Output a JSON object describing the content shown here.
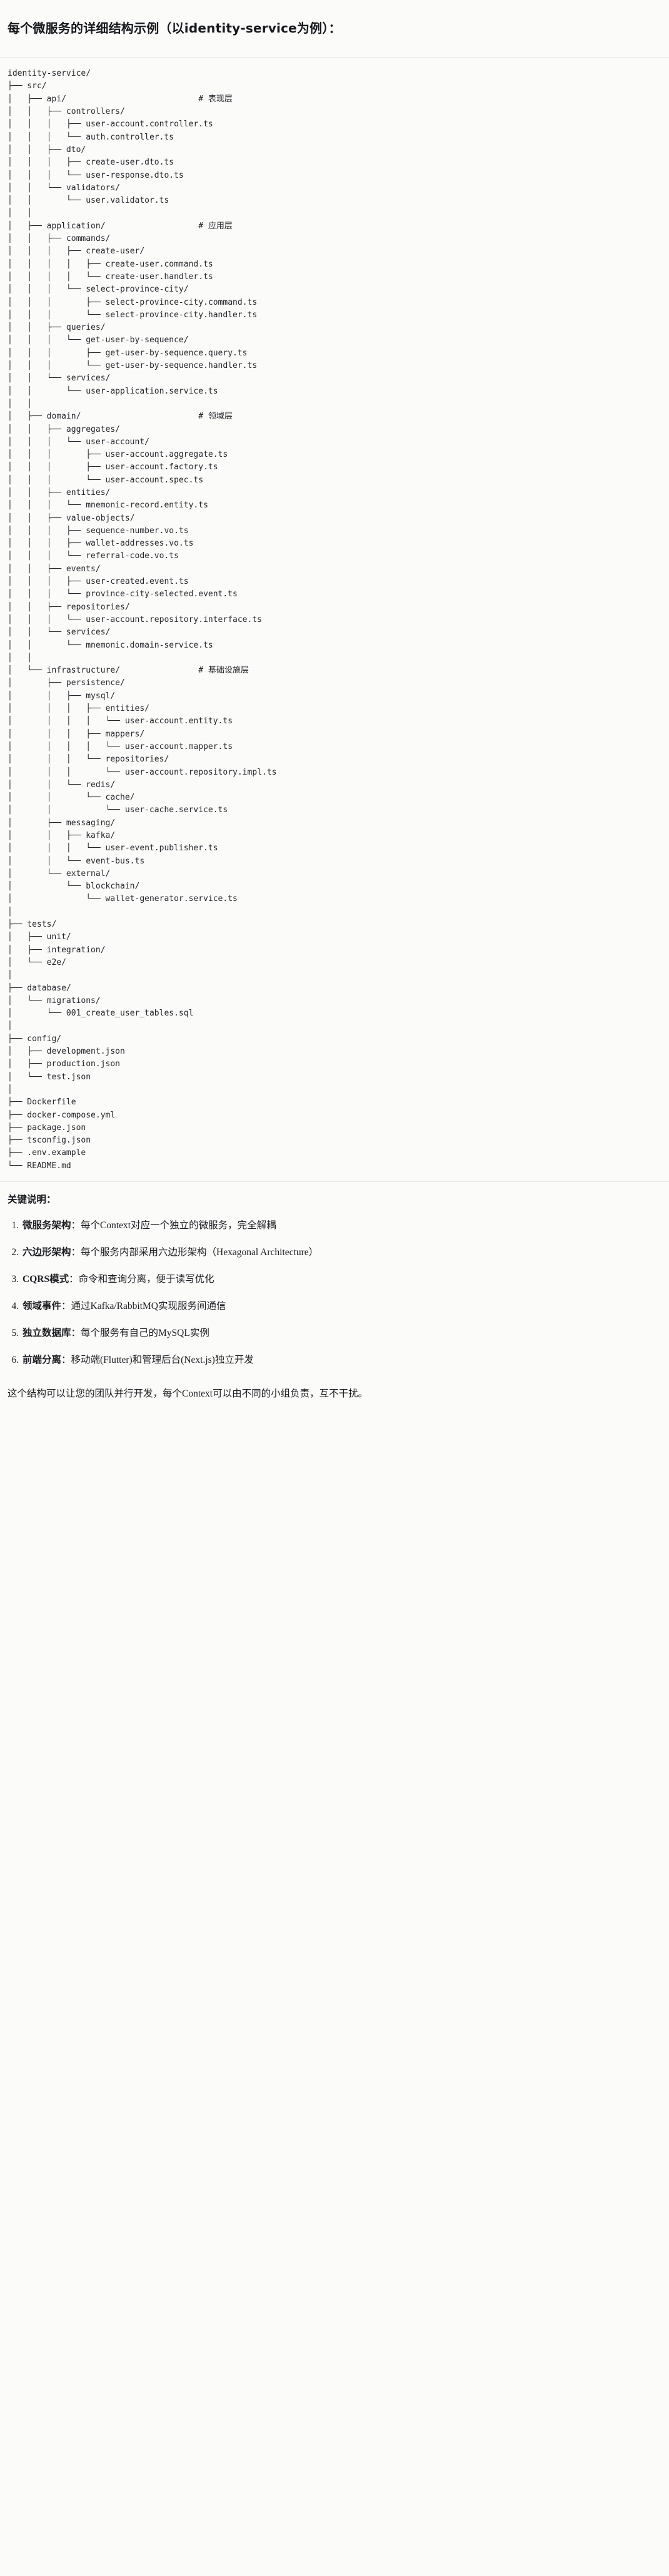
{
  "header": {
    "title": "每个微服务的详细结构示例（以identity-service为例）："
  },
  "tree": {
    "root": "identity-service/",
    "lines": [
      "identity-service/",
      "├── src/",
      "│   ├── api/                           # 表现层",
      "│   │   ├── controllers/",
      "│   │   │   ├── user-account.controller.ts",
      "│   │   │   └── auth.controller.ts",
      "│   │   ├── dto/",
      "│   │   │   ├── create-user.dto.ts",
      "│   │   │   └── user-response.dto.ts",
      "│   │   └── validators/",
      "│   │       └── user.validator.ts",
      "│   │",
      "│   ├── application/                   # 应用层",
      "│   │   ├── commands/",
      "│   │   │   ├── create-user/",
      "│   │   │   │   ├── create-user.command.ts",
      "│   │   │   │   └── create-user.handler.ts",
      "│   │   │   └── select-province-city/",
      "│   │   │       ├── select-province-city.command.ts",
      "│   │   │       └── select-province-city.handler.ts",
      "│   │   ├── queries/",
      "│   │   │   └── get-user-by-sequence/",
      "│   │   │       ├── get-user-by-sequence.query.ts",
      "│   │   │       └── get-user-by-sequence.handler.ts",
      "│   │   └── services/",
      "│   │       └── user-application.service.ts",
      "│   │",
      "│   ├── domain/                        # 领域层",
      "│   │   ├── aggregates/",
      "│   │   │   └── user-account/",
      "│   │   │       ├── user-account.aggregate.ts",
      "│   │   │       ├── user-account.factory.ts",
      "│   │   │       └── user-account.spec.ts",
      "│   │   ├── entities/",
      "│   │   │   └── mnemonic-record.entity.ts",
      "│   │   ├── value-objects/",
      "│   │   │   ├── sequence-number.vo.ts",
      "│   │   │   ├── wallet-addresses.vo.ts",
      "│   │   │   └── referral-code.vo.ts",
      "│   │   ├── events/",
      "│   │   │   ├── user-created.event.ts",
      "│   │   │   └── province-city-selected.event.ts",
      "│   │   ├── repositories/",
      "│   │   │   └── user-account.repository.interface.ts",
      "│   │   └── services/",
      "│   │       └── mnemonic.domain-service.ts",
      "│   │",
      "│   └── infrastructure/                # 基础设施层",
      "│       ├── persistence/",
      "│       │   ├── mysql/",
      "│       │   │   ├── entities/",
      "│       │   │   │   └── user-account.entity.ts",
      "│       │   │   ├── mappers/",
      "│       │   │   │   └── user-account.mapper.ts",
      "│       │   │   └── repositories/",
      "│       │   │       └── user-account.repository.impl.ts",
      "│       │   └── redis/",
      "│       │       └── cache/",
      "│       │           └── user-cache.service.ts",
      "│       ├── messaging/",
      "│       │   ├── kafka/",
      "│       │   │   └── user-event.publisher.ts",
      "│       │   └── event-bus.ts",
      "│       └── external/",
      "│           └── blockchain/",
      "│               └── wallet-generator.service.ts",
      "│",
      "├── tests/",
      "│   ├── unit/",
      "│   ├── integration/",
      "│   └── e2e/",
      "│",
      "├── database/",
      "│   └── migrations/",
      "│       └── 001_create_user_tables.sql",
      "│",
      "├── config/",
      "│   ├── development.json",
      "│   ├── production.json",
      "│   └── test.json",
      "│",
      "├── Dockerfile",
      "├── docker-compose.yml",
      "├── package.json",
      "├── tsconfig.json",
      "├── .env.example",
      "└── README.md"
    ],
    "comments": [
      "# 表现层",
      "# 应用层",
      "# 领域层",
      "# 基础设施层"
    ]
  },
  "notes": {
    "title": "关键说明：",
    "items": [
      {
        "term": "微服务架构",
        "desc": "：每个Context对应一个独立的微服务，完全解耦"
      },
      {
        "term": "六边形架构",
        "desc": "：每个服务内部采用六边形架构（Hexagonal Architecture）"
      },
      {
        "term": "CQRS模式",
        "desc": "：命令和查询分离，便于读写优化"
      },
      {
        "term": "领域事件",
        "desc": "：通过Kafka/RabbitMQ实现服务间通信"
      },
      {
        "term": "独立数据库",
        "desc": "：每个服务有自己的MySQL实例"
      },
      {
        "term": "前端分离",
        "desc": "：移动端(Flutter)和管理后台(Next.js)独立开发"
      }
    ],
    "closing": "这个结构可以让您的团队并行开发，每个Context可以由不同的小组负责，互不干扰。"
  },
  "colors": {
    "background": "#fbfbf9",
    "text": "#1c1e22",
    "tree_text": "#24262b",
    "rule": "#e6e6e2"
  }
}
